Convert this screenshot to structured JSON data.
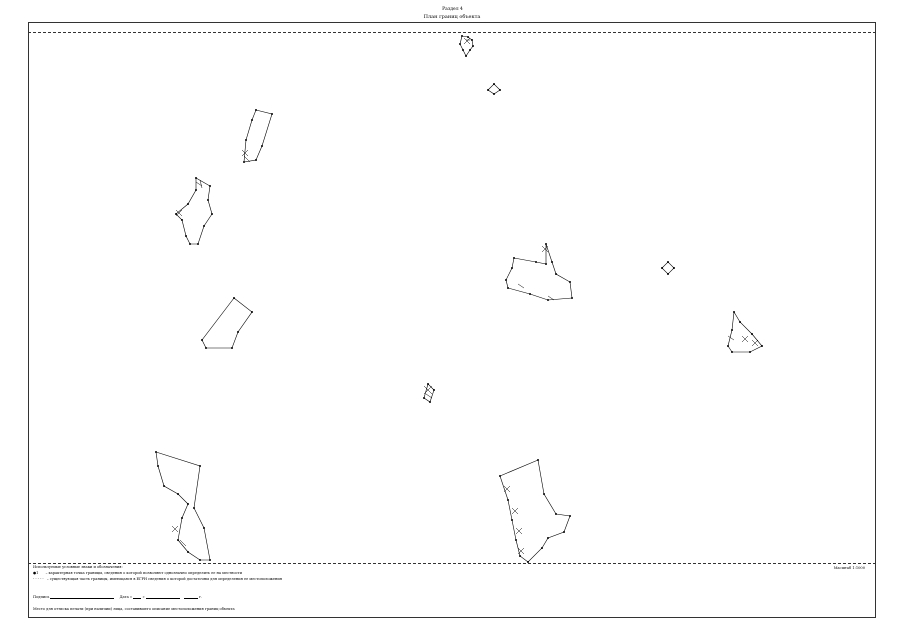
{
  "header": {
    "sheet_title": "Раздел 4",
    "plan_title": "План границ объекта"
  },
  "legend": {
    "heading": "Используемые условные знаки и обозначения:",
    "point_symbol": "●1",
    "point_text": "– характерная точка границы, сведения о которой позволяют однозначно определить ее на местности",
    "line_symbol": "- - - - -",
    "line_text": "– существующая часть границы, имеющаяся в ЕГРН сведения о которой достаточны для определения ее местоположения"
  },
  "scale_text": "Масштаб 1:1000",
  "signature": {
    "label": "Подпись",
    "date_label": "Дата «",
    "date_mid": "»",
    "year_suffix": "г."
  },
  "note": "Место для оттиска печати (при наличии) лица, составившего описание местоположения границ объекта"
}
